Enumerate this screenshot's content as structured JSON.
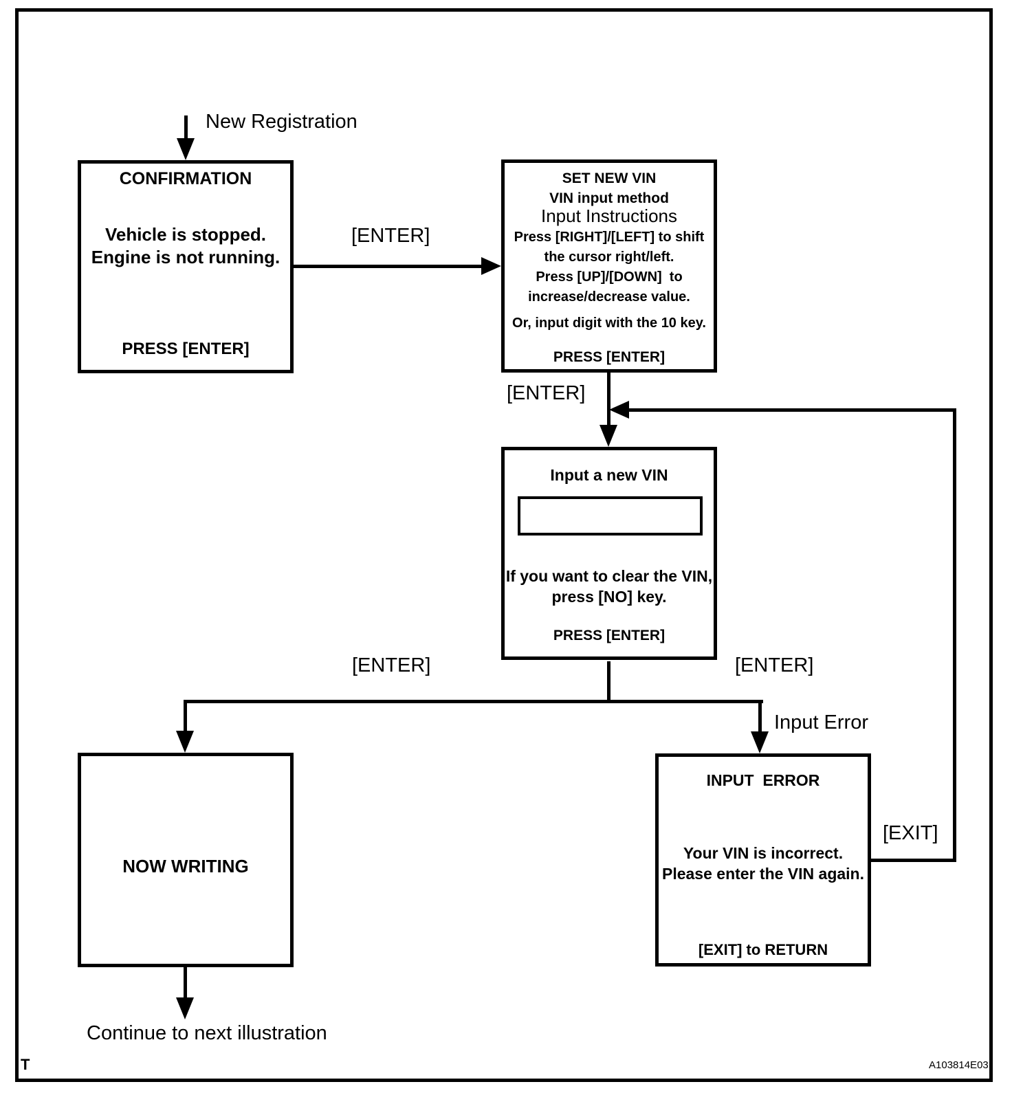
{
  "canvas": {
    "corner_mark": "T",
    "figure_code": "A103814E03"
  },
  "labels": {
    "start": "New Registration",
    "enter_confirm_to_setvin": "[ENTER]",
    "enter_setvin_to_input": "[ENTER]",
    "enter_to_writing": "[ENTER]",
    "enter_to_error": "[ENTER]",
    "input_error": "Input Error",
    "exit_return": "[EXIT]",
    "continue_next": "Continue to next illustration"
  },
  "screens": {
    "confirmation": {
      "title": "CONFIRMATION",
      "body_line1": "Vehicle is stopped.",
      "body_line2": "Engine is not running.",
      "footer": "PRESS [ENTER]"
    },
    "set_new_vin": {
      "title": "SET NEW VIN",
      "subtitle": "VIN input method",
      "heading": "Input Instructions",
      "instr_line1": "Press [RIGHT]/[LEFT] to shift",
      "instr_line2": "the cursor right/left.",
      "instr_line3": "Press [UP]/[DOWN]  to",
      "instr_line4": "increase/decrease value.",
      "instr_line5": "Or, input digit with the 10 key.",
      "footer": "PRESS [ENTER]"
    },
    "input_new_vin": {
      "title": "Input a new VIN",
      "vin_field_value": "",
      "body_line1": "If you want to clear the VIN,",
      "body_line2": "press [NO] key.",
      "footer": "PRESS [ENTER]"
    },
    "now_writing": {
      "title": "NOW WRITING"
    },
    "input_error": {
      "title": "INPUT  ERROR",
      "body_line1": "Your VIN is incorrect.",
      "body_line2": "Please enter the VIN again.",
      "footer": "[EXIT] to RETURN"
    }
  },
  "colors": {
    "ink": "#000000",
    "paper": "#ffffff"
  }
}
